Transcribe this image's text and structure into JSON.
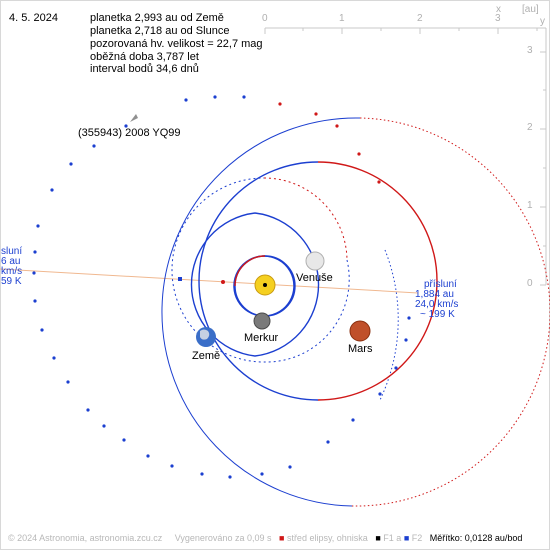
{
  "date": "4. 5. 2024",
  "info_lines": [
    "planetka 2,993 au od Země",
    "planetka 2,718 au od Slunce",
    "pozorovaná hv. velikost = 22,7 mag",
    "oběžná doba 3,787 let",
    "interval bodů 34,6 dnů"
  ],
  "asteroid_label": "(355943) 2008 YQ99",
  "planets": {
    "venus": "Venuše",
    "mercury": "Merkur",
    "earth": "Země",
    "mars": "Mars"
  },
  "aphelion_lines": [
    "sluní",
    "6 au",
    "km/s",
    "59 K"
  ],
  "perihelion_lines": [
    "přísluní",
    "1,884 au",
    "24,0 km/s",
    "~ 199 K"
  ],
  "axes": {
    "x_title": "x",
    "unit": "[au]",
    "x_ticks": [
      "0",
      "1",
      "2",
      "3"
    ],
    "y_title": "y",
    "y_ticks": [
      "3",
      "2",
      "1",
      "0"
    ]
  },
  "footer": {
    "copyright": "© 2024 Astronomia, astronomia.zcu.cz",
    "generated": "Vygenerováno za 0,09 s",
    "legend_center": "střed elipsy, ohniska",
    "legend_f1": "F1 a",
    "legend_f2": "F2",
    "scale_label": "Měřítko: 0,0128 au/bod"
  },
  "colors": {
    "orbit_blue": "#1c3fd0",
    "orbit_red": "#d01818",
    "apsis_line": "#f0b890",
    "axis_gray": "#c0c0c0",
    "sun": "#f5d020"
  }
}
